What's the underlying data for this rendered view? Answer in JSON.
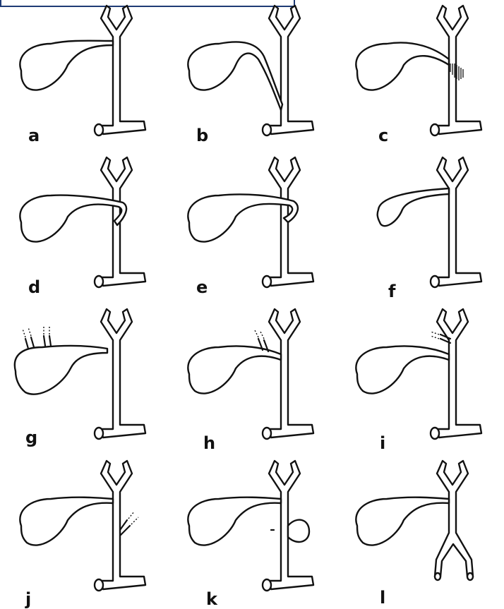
{
  "figure": {
    "border_color": "#1f3b75",
    "line_color": "#111111",
    "panels": [
      {
        "label": "a",
        "variant": "normal-low-cystic-duct-insertion"
      },
      {
        "label": "b",
        "variant": "long-parallel-cystic-duct"
      },
      {
        "label": "c",
        "variant": "cystic-duct-with-spiral-valves"
      },
      {
        "label": "d",
        "variant": "cystic-duct-crossing-anterior"
      },
      {
        "label": "e",
        "variant": "cystic-duct-crossing-posterior"
      },
      {
        "label": "f",
        "variant": "short-cystic-duct"
      },
      {
        "label": "g",
        "variant": "double-accessory-ducts-to-gallbladder"
      },
      {
        "label": "h",
        "variant": "accessory-duct-to-cystic-duct"
      },
      {
        "label": "i",
        "variant": "accessory-duct-to-hepatic-duct"
      },
      {
        "label": "j",
        "variant": "accessory-duct-to-common-bile-duct"
      },
      {
        "label": "k",
        "variant": "choledochal-diverticulum"
      },
      {
        "label": "l",
        "variant": "duplicated-common-bile-duct"
      }
    ]
  }
}
